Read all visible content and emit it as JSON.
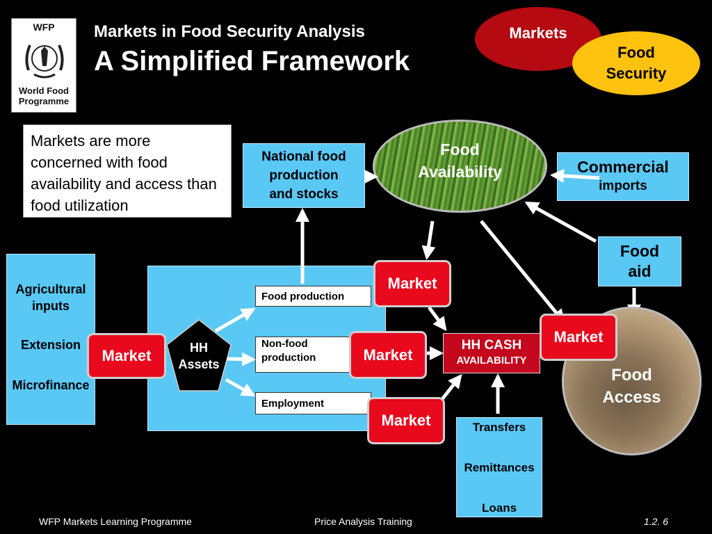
{
  "logo": {
    "abbr": "WFP",
    "name_line1": "World Food",
    "name_line2": "Programme"
  },
  "header": {
    "title": "Markets in Food Security Analysis",
    "subtitle": "A Simplified Framework"
  },
  "badges": {
    "markets": "Markets",
    "food_security_line1": "Food",
    "food_security_line2": "Security"
  },
  "note": "Markets are more concerned with food availability and access than food utilization",
  "national_food": {
    "line1": "National food",
    "line2": "production",
    "line3": "and stocks"
  },
  "food_availability": {
    "line1": "Food",
    "line2": "Availability"
  },
  "commercial_imports": {
    "line1": "Commercial",
    "line2": "imports"
  },
  "food_aid": {
    "line1": "Food",
    "line2": "aid"
  },
  "inputs_panel": {
    "item1_line1": "Agricultural",
    "item1_line2": "inputs",
    "item2": "Extension",
    "item3": "Microfinance"
  },
  "market_label": "Market",
  "hh_assets": {
    "line1": "HH",
    "line2": "Assets"
  },
  "activities": {
    "food_production": "Food production",
    "nonfood_line1": "Non-food",
    "nonfood_line2": "production",
    "employment": "Employment"
  },
  "hh_cash": {
    "line1": "HH CASH",
    "line2": "AVAILABILITY"
  },
  "transfers_panel": {
    "item1": "Transfers",
    "item2": "Remittances",
    "item3": "Loans"
  },
  "food_access": {
    "line1": "Food",
    "line2": "Access"
  },
  "footer": {
    "left": "WFP Markets Learning Programme",
    "center": "Price Analysis Training",
    "right": "1.2. 6"
  },
  "colors": {
    "light_blue": "#5ac8f5",
    "market_red": "#e8091d",
    "cash_red": "#c4071c",
    "markets_badge": "#b50a11",
    "food_security_badge": "#ffc20e"
  }
}
